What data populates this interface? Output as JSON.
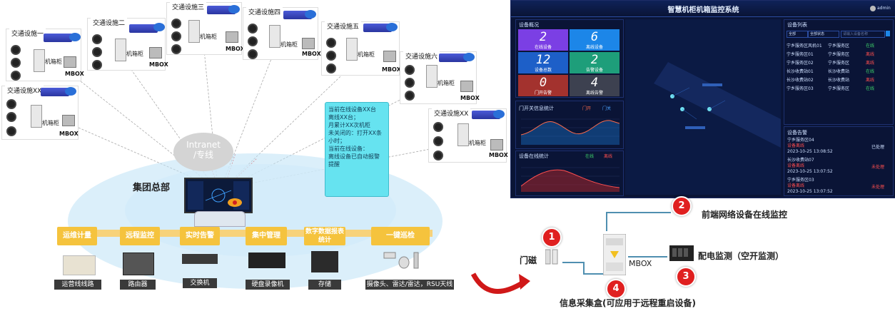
{
  "sites": [
    {
      "label": "交通设施一",
      "mbox": "MBOX",
      "jifang": "机箱柜"
    },
    {
      "label": "交通设施二",
      "mbox": "MBOX",
      "jifang": "机箱柜"
    },
    {
      "label": "交通设施三",
      "mbox": "MBOX",
      "jifang": "机箱柜"
    },
    {
      "label": "交通设施四",
      "mbox": "MBOX",
      "jifang": "机箱柜"
    },
    {
      "label": "交通设施五",
      "mbox": "MBOX",
      "jifang": "机箱柜"
    },
    {
      "label": "交通设施六",
      "mbox": "MBOX",
      "jifang": "机箱柜"
    },
    {
      "label": "交通设施XX",
      "mbox": "MBOX",
      "jifang": "机箱柜"
    },
    {
      "label": "交通设施XX",
      "mbox": "MBOX",
      "jifang": "机箱柜"
    }
  ],
  "cloud": {
    "line1": "Intranet",
    "line2": "/专线"
  },
  "hq_label": "集团总部",
  "info_box": {
    "lines": [
      "当前在线设备XX台",
      "离线XX台；",
      "",
      "月累计XX次机柜",
      "未关闭的：打开XX条",
      "小时；",
      "当前在线设备：",
      "",
      "离线设备已自动报警",
      "提醒"
    ]
  },
  "functions": [
    "运维计量",
    "远程监控",
    "实时告警",
    "集中管理",
    "数字数据报表统计",
    "一键巡检"
  ],
  "devices": [
    "运营线线路",
    "路由器",
    "交换机",
    "硬盘录像机",
    "存储",
    "摄像头、雷达/雷达，RSU天线"
  ],
  "dashboard": {
    "title": "智慧机柜机箱监控系统",
    "user": "admin",
    "overview_title": "设备概况",
    "tiles": [
      {
        "num": "2",
        "lbl": "在线设备",
        "color": "#7b3fe4"
      },
      {
        "num": "6",
        "lbl": "离线设备",
        "color": "#1c86e8"
      },
      {
        "num": "12",
        "lbl": "设备总数",
        "color": "#1d5fc8"
      },
      {
        "num": "2",
        "lbl": "告警设备",
        "color": "#1e9e7a"
      },
      {
        "num": "0",
        "lbl": "门开告警",
        "color": "#a3322e"
      },
      {
        "num": "4",
        "lbl": "离线告警",
        "color": "#3d4150"
      }
    ],
    "chart1_title": "门开关信息统计",
    "chart1_legend": [
      "门开",
      "门关"
    ],
    "chart2_title": "设备在线统计",
    "chart2_legend": [
      "在线",
      "离线"
    ],
    "list_title": "设备列表",
    "list_filters": [
      "全部",
      "全部状态",
      "请输入设备名称"
    ],
    "list_rows": [
      [
        "宁乡服务区风机01",
        "宁乡服务区",
        "在线"
      ],
      [
        "宁乡服务区01",
        "宁乡服务区",
        "离线"
      ],
      [
        "宁乡服务区02",
        "宁乡服务区",
        "离线"
      ],
      [
        "长沙收费站01",
        "长沙收费站",
        "在线"
      ],
      [
        "长沙收费站02",
        "长沙收费站",
        "离线"
      ],
      [
        "宁乡服务区03",
        "宁乡服务区",
        "在线"
      ]
    ],
    "alarm_title": "设备告警",
    "alarms": [
      {
        "name": "宁乡服务区04",
        "type": "设备离线",
        "time": "2023-10-25 13:08:52",
        "status": "已处理"
      },
      {
        "name": "长沙收费站07",
        "type": "设备离线",
        "time": "2023-10-25 13:07:52",
        "status": "未处理"
      },
      {
        "name": "宁乡服务区03",
        "type": "设备离线",
        "time": "2023-10-25 13:07:52",
        "status": "未处理"
      }
    ],
    "colors": {
      "bg": "#0a1436",
      "accent": "#1c86e8",
      "ok": "#3fd46b",
      "warn": "#ff4f4f"
    }
  },
  "mon": {
    "badge1": "1",
    "badge2": "2",
    "badge3": "3",
    "badge4": "4",
    "item1": "门磁",
    "item2": "前端网络设备在线监控",
    "item3": "配电监测（空开监测）",
    "item4": "信息采集盒(可应用于远程重启设备)",
    "mbox": "MBOX"
  }
}
